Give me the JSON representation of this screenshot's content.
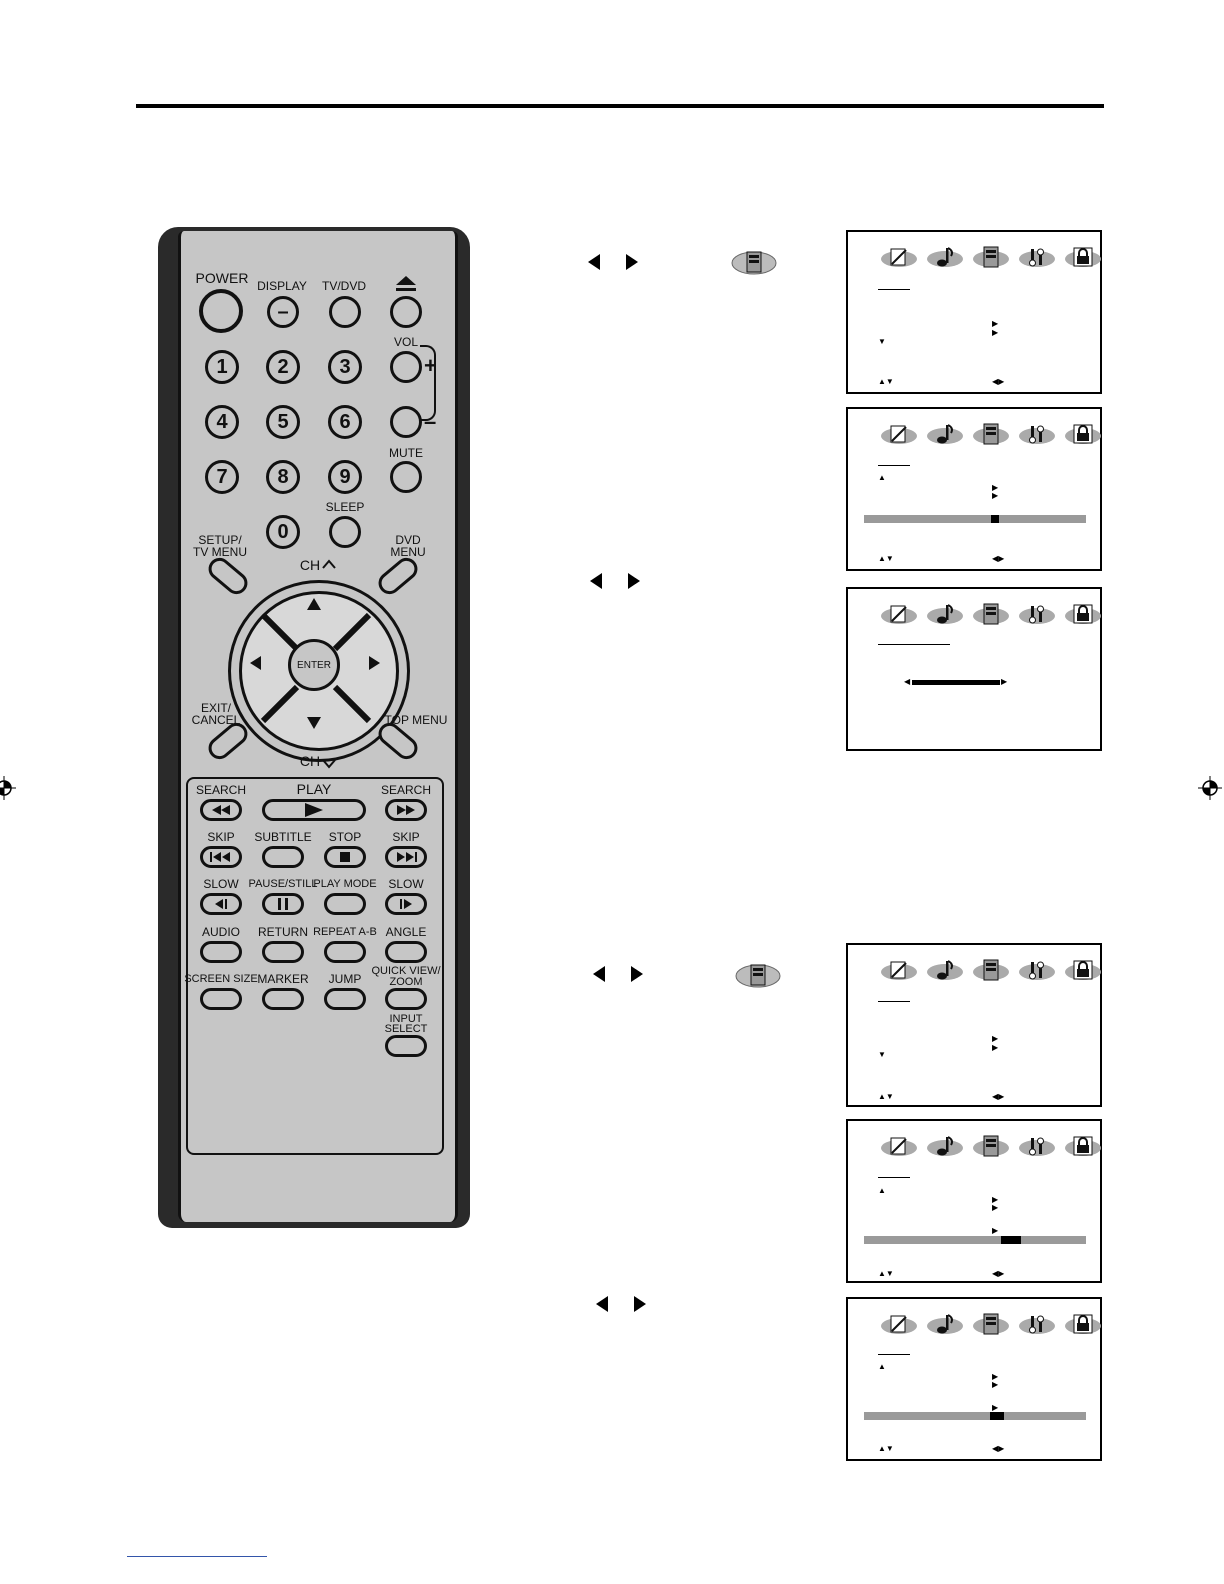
{
  "remote": {
    "labels": {
      "power": "POWER",
      "display": "DISPLAY",
      "tv_dvd": "TV/DVD",
      "vol": "VOL",
      "mute": "MUTE",
      "sleep": "SLEEP",
      "setup": "SETUP/",
      "tv_menu": "TV MENU",
      "dvd": "DVD",
      "dvd_menu": "MENU",
      "ch_up": "CH",
      "ch_down": "CH",
      "enter": "ENTER",
      "exit": "EXIT/",
      "cancel": "CANCEL",
      "top_menu": "TOP MENU",
      "search_left": "SEARCH",
      "play": "PLAY",
      "search_right": "SEARCH",
      "skip_left": "SKIP",
      "subtitle": "SUBTITLE",
      "stop": "STOP",
      "skip_right": "SKIP",
      "slow_left": "SLOW",
      "pause_still": "PAUSE/STILL",
      "play_mode": "PLAY MODE",
      "slow_right": "SLOW",
      "audio": "AUDIO",
      "return": "RETURN",
      "repeat_ab": "REPEAT A-B",
      "angle": "ANGLE",
      "screen_size": "SCREEN SIZE",
      "marker": "MARKER",
      "jump": "JUMP",
      "quick_view": "QUICK VIEW/",
      "zoom": "ZOOM",
      "input": "INPUT",
      "select": "SELECT"
    },
    "numbers": [
      "1",
      "2",
      "3",
      "4",
      "5",
      "6",
      "7",
      "8",
      "9",
      "0"
    ],
    "glyphs": {
      "display": "–",
      "vol_plus": "+",
      "vol_minus": "–"
    }
  },
  "icons": {
    "eject": "eject-icon",
    "picture_tab": "picture-icon",
    "audio_tab": "music-note-icon",
    "setup_tab": "tv-setup-icon",
    "tools_tab": "tools-icon",
    "lock_tab": "lock-icon"
  },
  "osd_screens": [
    {
      "bar": false,
      "knob": null
    },
    {
      "bar": true,
      "knob": 0.59
    },
    {
      "slider": true
    },
    {
      "bar": false,
      "knob": null
    },
    {
      "bar": true,
      "knob": 0.66
    },
    {
      "bar": true,
      "knob": 0.6
    }
  ],
  "colors": {
    "remote_body": "#c6c6c6",
    "remote_frame": "#2a2a2a",
    "osd_bar": "#9a9a9a"
  }
}
